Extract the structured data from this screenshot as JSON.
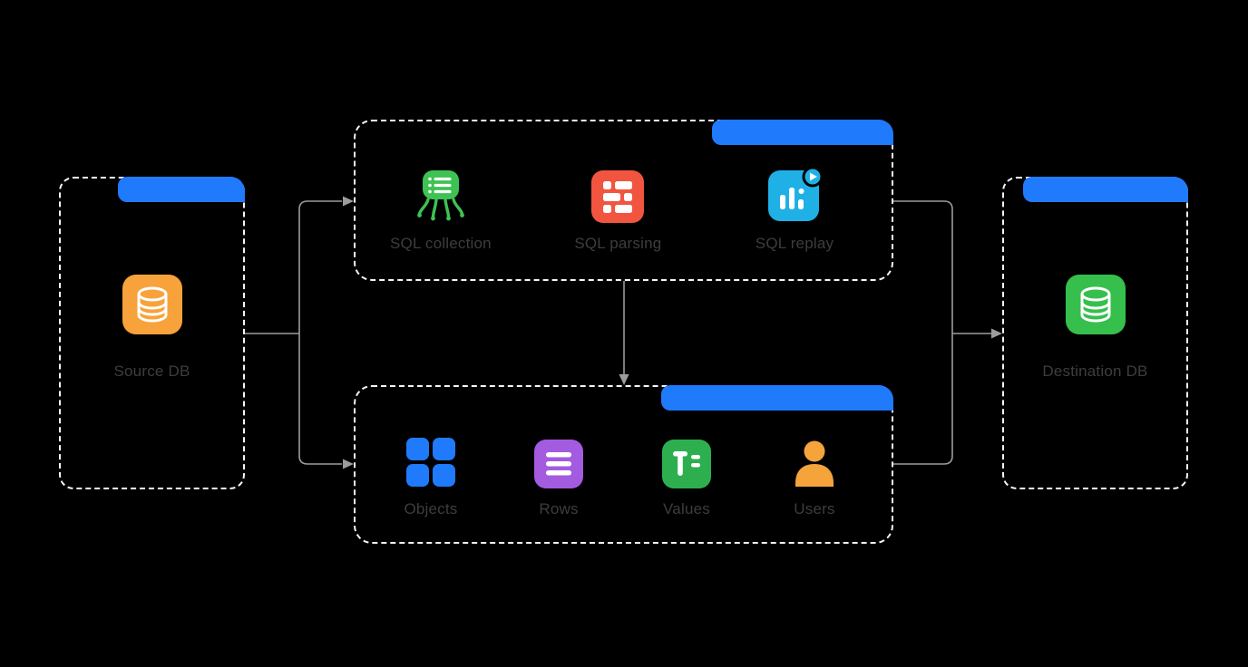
{
  "diagram": {
    "source": {
      "label": "Source DB",
      "icon": "database-orange"
    },
    "destination": {
      "label": "Destination DB",
      "icon": "database-green"
    },
    "sql_group": {
      "items": [
        {
          "label": "SQL collection",
          "icon": "sql-collector-octopus"
        },
        {
          "label": "SQL parsing",
          "icon": "sql-parsing-grid"
        },
        {
          "label": "SQL replay",
          "icon": "sql-replay-chart-play"
        }
      ]
    },
    "data_group": {
      "items": [
        {
          "label": "Objects",
          "icon": "objects-grid"
        },
        {
          "label": "Rows",
          "icon": "rows-list"
        },
        {
          "label": "Values",
          "icon": "values-text"
        },
        {
          "label": "Users",
          "icon": "user-silhouette"
        }
      ]
    },
    "colors": {
      "background": "#000000",
      "tab_blue": "#1F7AFC",
      "arrow_gray": "#9C9C9C",
      "box_border": "#F5F5F5",
      "label_text": "#3D3D3D",
      "source_db_orange": "#F7A23B",
      "destination_db_green": "#36BF4D",
      "collection_green": "#3EC253",
      "parsing_red": "#F2553F",
      "replay_blue": "#1FB1E6",
      "objects_blue": "#1F7AFC",
      "rows_purple": "#A35BE0",
      "values_green": "#2EAF4F",
      "users_orange": "#F5A33B"
    }
  }
}
